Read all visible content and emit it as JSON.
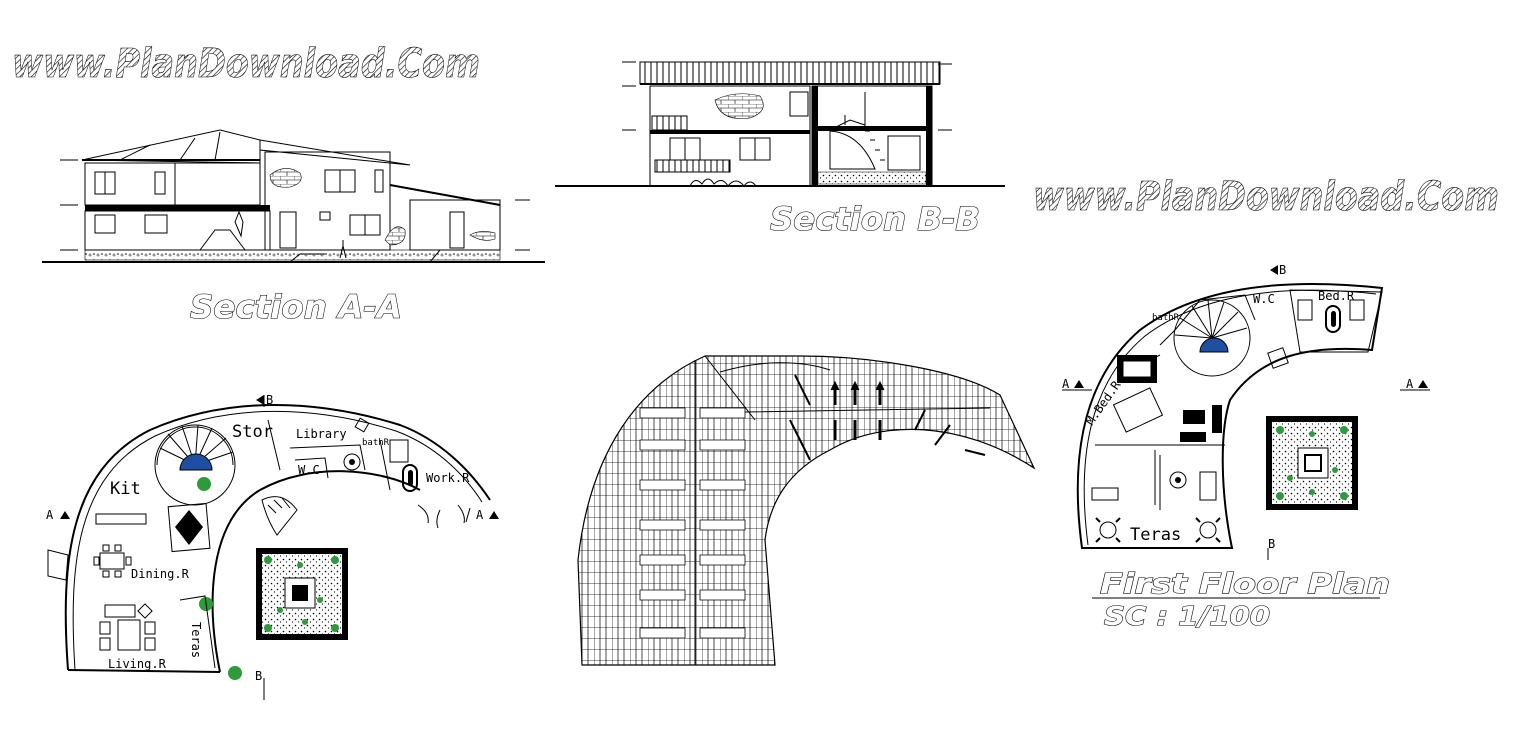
{
  "watermark": {
    "top_left": "www.PlanDownload.Com",
    "right": "www.PlanDownload.Com"
  },
  "section_a": {
    "title": "Section A-A"
  },
  "section_b": {
    "title": "Section B-B"
  },
  "ground_plan": {
    "rooms": {
      "stor": "Stor",
      "library": "Library",
      "bath": "bathR",
      "kit": "Kit",
      "wc": "W.C",
      "work": "Work.R",
      "dining": "Dining.R",
      "living": "Living.R",
      "teras": "Teras"
    },
    "markers": {
      "a_left": "A",
      "a_right": "A",
      "b_top": "B",
      "b_bottom": "B"
    }
  },
  "first_plan": {
    "rooms": {
      "wc": "W.C",
      "bed": "Bed.R",
      "bath": "bathR",
      "mbed": "M.Bed.R",
      "teras": "Teras"
    },
    "markers": {
      "a_left": "A",
      "a_right": "A",
      "b_top": "B",
      "b_bottom": "B"
    },
    "title": "First Floor Plan",
    "scale": "SC : 1/100"
  },
  "colors": {
    "ink": "#000000",
    "stair_blue": "#1f4fa0",
    "plant_green": "#2e9a3a"
  }
}
